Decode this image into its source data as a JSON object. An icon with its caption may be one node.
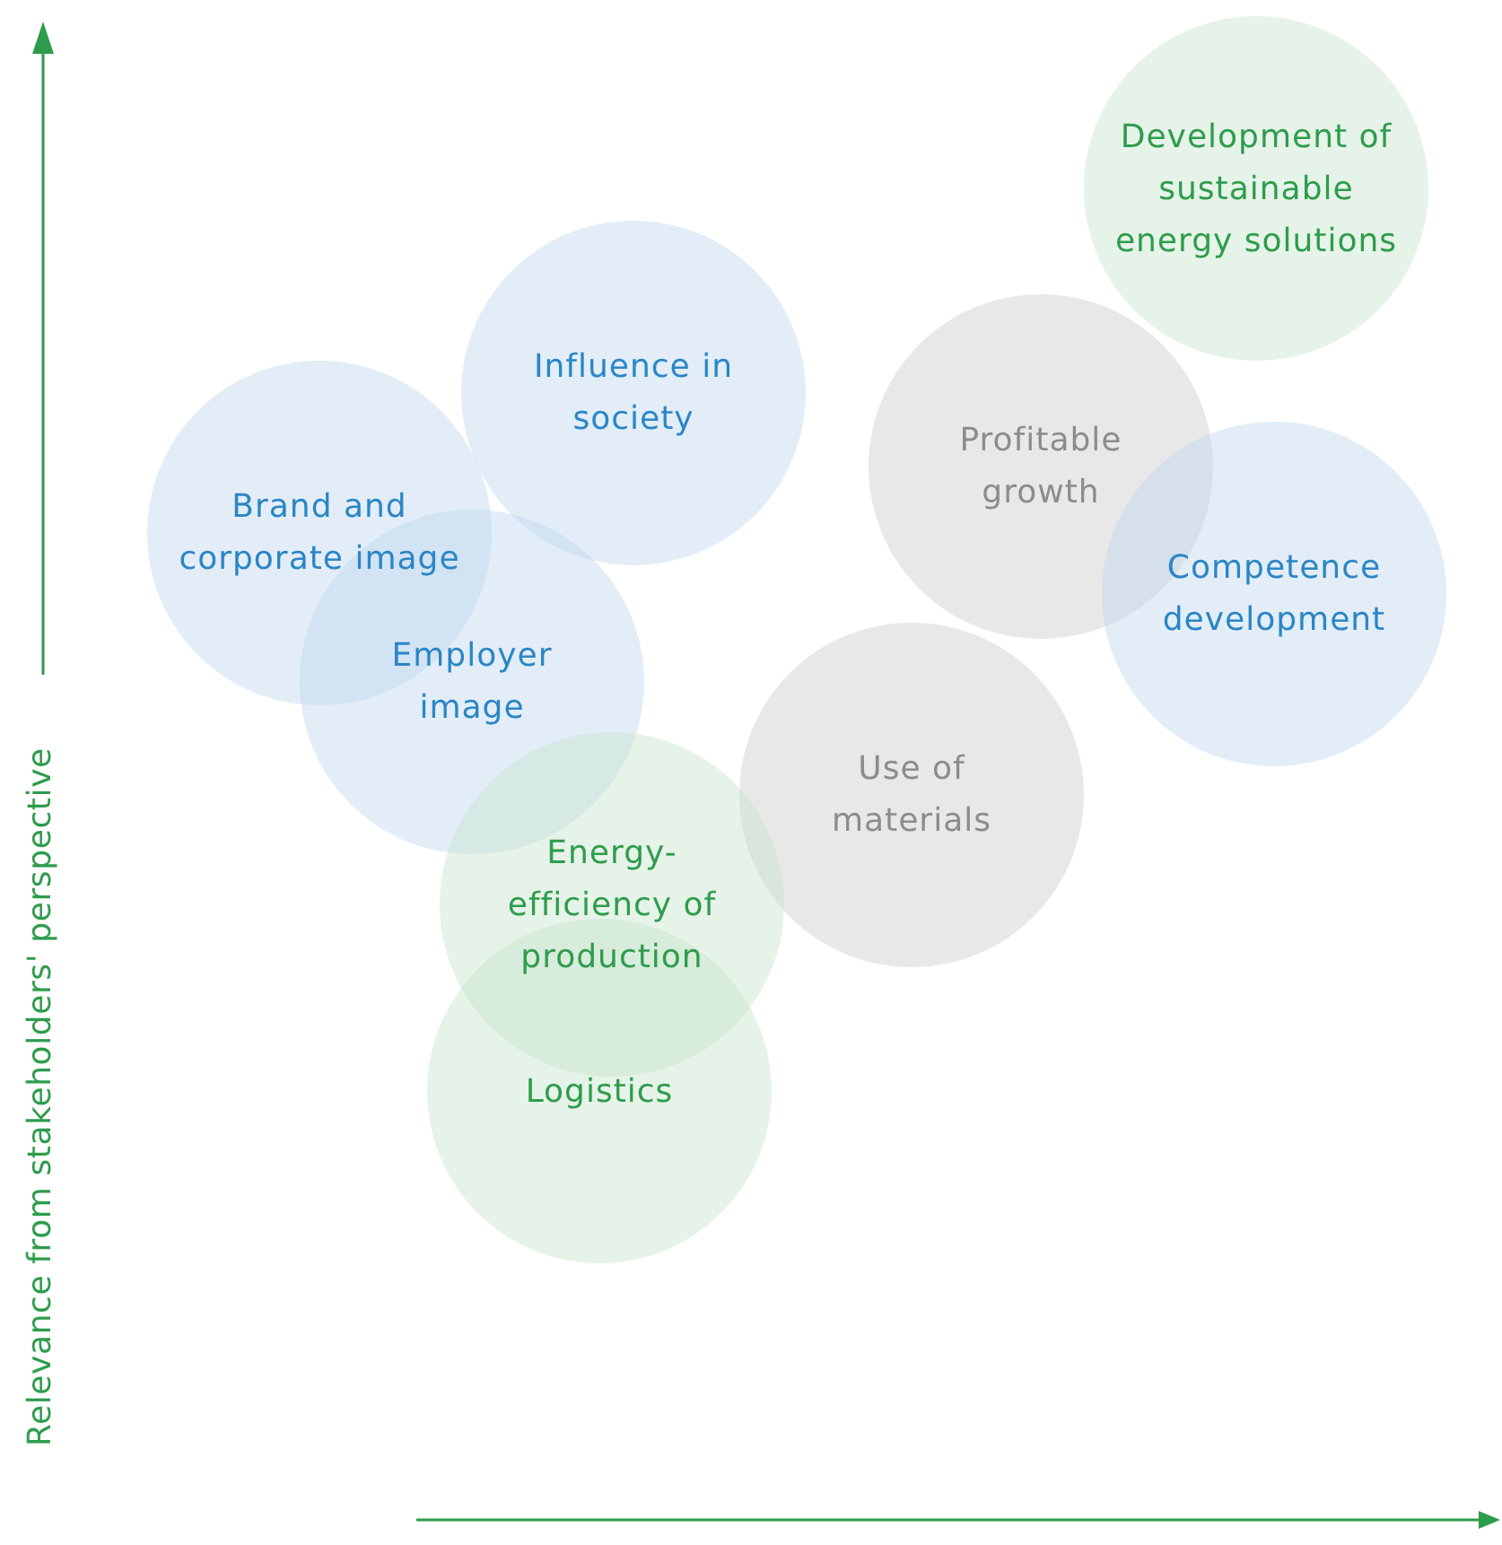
{
  "diagram": {
    "nodes": [
      {
        "text": [
          "Development of sustainable energy solutions"
        ]
      },
      {
        "text": [
          "Influence in society"
        ]
      },
      {
        "text": [
          "Profitable growth"
        ]
      },
      {
        "text": [
          "Brand and corporate image"
        ]
      },
      {
        "text": [
          "Competence development"
        ]
      },
      {
        "text": [
          "Employer image"
        ]
      },
      {
        "text": [
          "Use of materials"
        ]
      },
      {
        "text": [
          "Energy-efficiency of production"
        ]
      },
      {
        "text": [
          "Logistics"
        ]
      }
    ],
    "edges": [],
    "labels": [
      "Relevance from stakeholders' perspective"
    ]
  }
}
